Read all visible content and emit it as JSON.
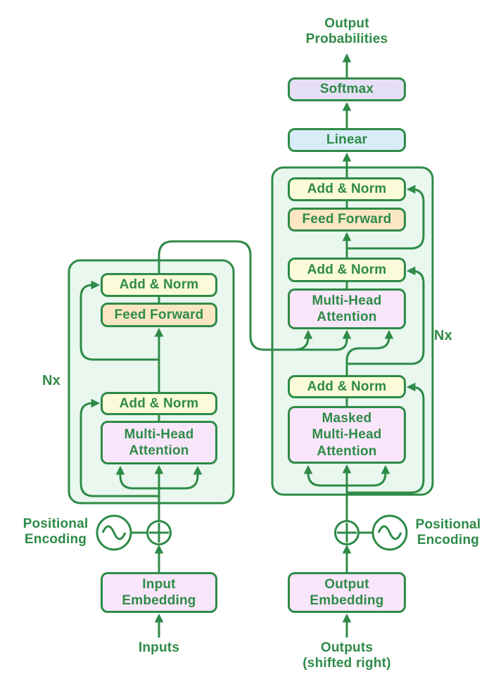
{
  "colors": {
    "stroke_green": "#2E8B47",
    "container_fill": "#E9F7EF",
    "add_norm_fill": "#FBFBD9",
    "feed_forward_fill": "#FBE6C4",
    "attention_embedding_fill": "#FAE6FB",
    "softmax_fill": "#E6E0F6",
    "linear_fill": "#D9EDF8",
    "background": "#FFFFFF"
  },
  "icons": {
    "positional_encoding": "sine-wave-circle-icon",
    "add": "plus-circle-icon"
  },
  "labels": {
    "output_probabilities": "Output\nProbabilities",
    "softmax": "Softmax",
    "linear": "Linear",
    "add_norm": "Add & Norm",
    "feed_forward": "Feed Forward",
    "multi_head_attention": "Multi-Head\nAttention",
    "masked_multi_head_attention": "Masked\nMulti-Head\nAttention",
    "input_embedding": "Input\nEmbedding",
    "output_embedding": "Output\nEmbedding",
    "inputs": "Inputs",
    "outputs": "Outputs\n(shifted right)",
    "positional_encoding": "Positional\nEncoding",
    "nx": "Nx"
  }
}
